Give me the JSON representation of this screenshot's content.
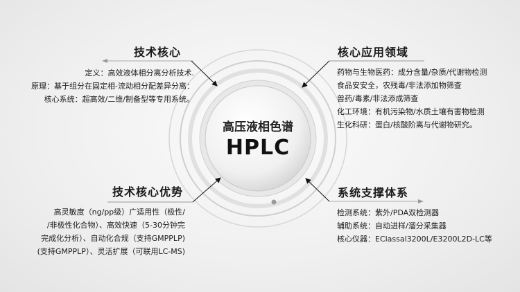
{
  "center": {
    "title": "高压液相色谱",
    "subtitle": "HPLC"
  },
  "sections": {
    "core": {
      "title": "技术核心",
      "lines": [
        "定义：高效液体相分离分析技术.",
        "原理：基于组分在固定相-流动相分配差异分离：",
        "核心系统：超高效/二维/制备型等专用系统。"
      ]
    },
    "apps": {
      "title": "核心应用领域",
      "lines": [
        "药物与生物医药：成分含量/杂质/代谢物检测",
        "食品安安全，农残毒/非法添加物筛查",
        "兽药/毒素/非法添成筛查",
        "化工环境：有机污染物/水质土壤有害物检测",
        "生化科研：蛋白/核酸阶离与代谢物研究。"
      ]
    },
    "advantages": {
      "title": "技术核心优势",
      "lines": [
        "高灵敏度（ng/pp级）广适用性（极性/",
        "/非极性化合物）、高效快速（5-30分钟完",
        "完成化分析）、自动化合规（支持GMPPLP)",
        "(支持GMPPLP）、灵活扩展（可联用LC-MS)"
      ]
    },
    "support": {
      "title": "系统支撑体系",
      "lines": [
        "检测系统：紫外/PDA双检测器",
        "辅助系统：自动进样/溜分采集器",
        "核心仪器：EClassal3200L/E3200L2D-LC等"
      ]
    }
  }
}
